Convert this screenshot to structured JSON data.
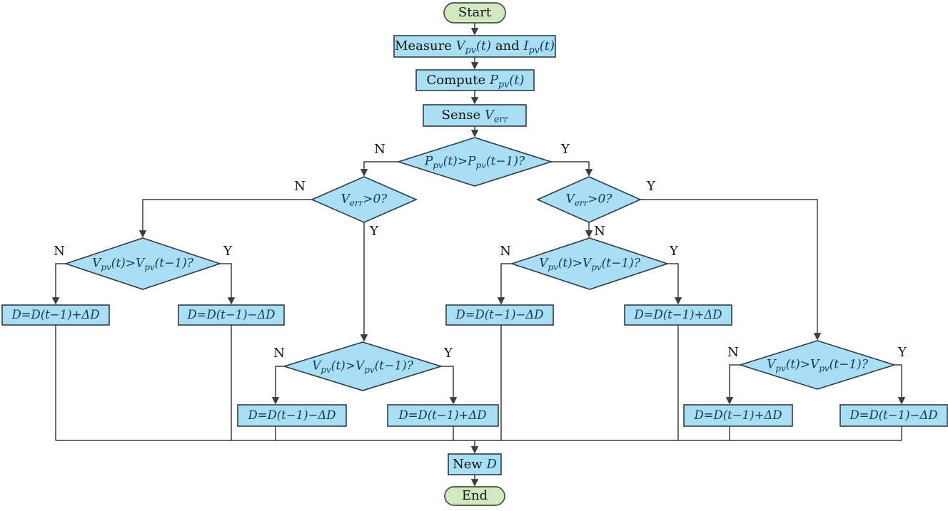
{
  "colors": {
    "node_fill": "#aadef5",
    "node_border": "#2f3b43",
    "terminal_fill": "#d2e8c0",
    "terminal_border": "#47503e",
    "connector": "#3d3d3d",
    "text": "#13395e",
    "plain_text": "#131313"
  },
  "terminals": {
    "start": "Start",
    "end": "End"
  },
  "process": {
    "measure": {
      "prefix": "Measure ",
      "math1": "V_{pv}(t)",
      "mid": " and ",
      "math2": "I_{pv}(t)"
    },
    "compute": {
      "prefix": "Compute ",
      "math": "P_{pv}(t)"
    },
    "sense": {
      "prefix": "Sense ",
      "math": "V_{err}"
    },
    "new_d": {
      "prefix": "New ",
      "math": "D"
    }
  },
  "decisions": {
    "power": {
      "label": "P_{pv}(t)>P_{pv}(t−1)?",
      "no_branch": "N",
      "yes_branch": "Y"
    },
    "verr_left": {
      "label": "V_{err}>0?",
      "no_branch": "N",
      "yes_branch": "Y"
    },
    "verr_right": {
      "label": "V_{err}>0?",
      "no_branch": "N",
      "yes_branch": "Y"
    },
    "vpv_left": {
      "label": "V_{pv}(t)>V_{pv}(t−1)?",
      "no_branch": "N",
      "yes_branch": "Y"
    },
    "vpv_mid": {
      "label": "V_{pv}(t)>V_{pv}(t−1)?",
      "no_branch": "N",
      "yes_branch": "Y"
    },
    "vpv_right": {
      "label": "V_{pv}(t)>V_{pv}(t−1)?",
      "no_branch": "N",
      "yes_branch": "Y"
    },
    "vpv_far_right": {
      "label": "V_{pv}(t)>V_{pv}(t−1)?",
      "no_branch": "N",
      "yes_branch": "Y"
    }
  },
  "actions": {
    "left_no": "D=D(t−1)+ΔD",
    "left_yes": "D=D(t−1)−ΔD",
    "mid_no": "D=D(t−1)−ΔD",
    "mid_yes": "D=D(t−1)+ΔD",
    "right_no": "D=D(t−1)−ΔD",
    "right_yes": "D=D(t−1)+ΔD",
    "far_right_no": "D=D(t−1)+ΔD",
    "far_right_yes": "D=D(t−1)−ΔD"
  }
}
